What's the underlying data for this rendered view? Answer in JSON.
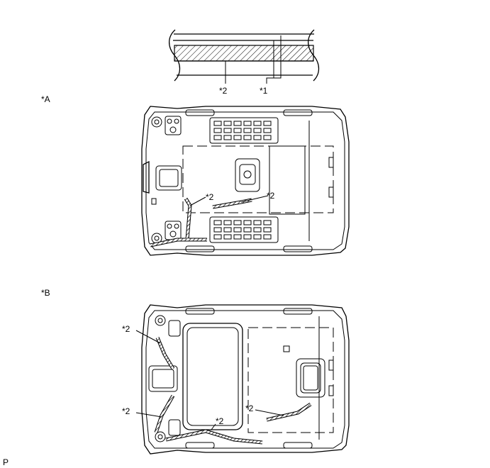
{
  "detail": {
    "callout_2": "*2",
    "callout_1": "*1"
  },
  "view_a": {
    "view_label": "*A",
    "callout_left": "*2",
    "callout_right": "*2"
  },
  "view_b": {
    "view_label": "*B",
    "callout_top_left": "*2",
    "callout_mid_left": "*2",
    "callout_bottom": "*2",
    "callout_right": "*2"
  },
  "corner_mark": "P",
  "colors": {
    "line": "#000000",
    "background": "#ffffff"
  }
}
